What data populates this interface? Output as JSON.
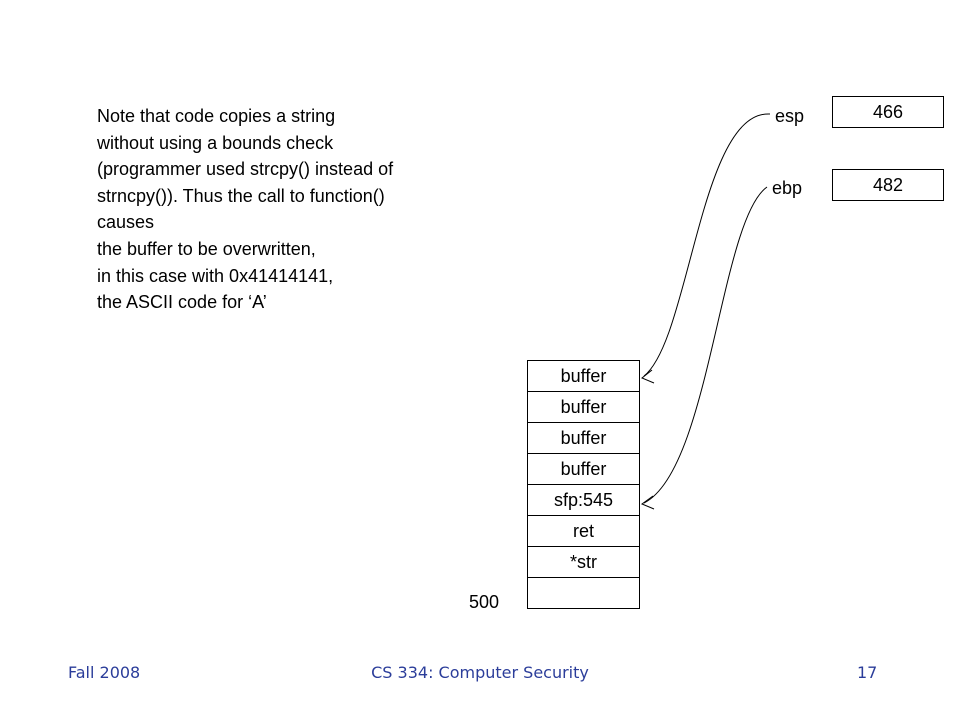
{
  "note": {
    "lines": [
      "Note that code copies a string",
      "without using a bounds check",
      "(programmer used strcpy() instead of",
      "strncpy()).  Thus the call to function()",
      "causes",
      "the buffer to be overwritten,",
      "in this case with 0x41414141,",
      "the ASCII code for ‘A’"
    ]
  },
  "registers": {
    "esp": {
      "label": "esp",
      "value": "466"
    },
    "ebp": {
      "label": "ebp",
      "value": "482"
    }
  },
  "stack": {
    "cells": [
      "buffer",
      "buffer",
      "buffer",
      "buffer",
      "sfp:545",
      "ret",
      "*str",
      ""
    ],
    "bottom_address": "500"
  },
  "footer": {
    "left": "Fall 2008",
    "center": "CS 334: Computer Security",
    "right": "17"
  }
}
